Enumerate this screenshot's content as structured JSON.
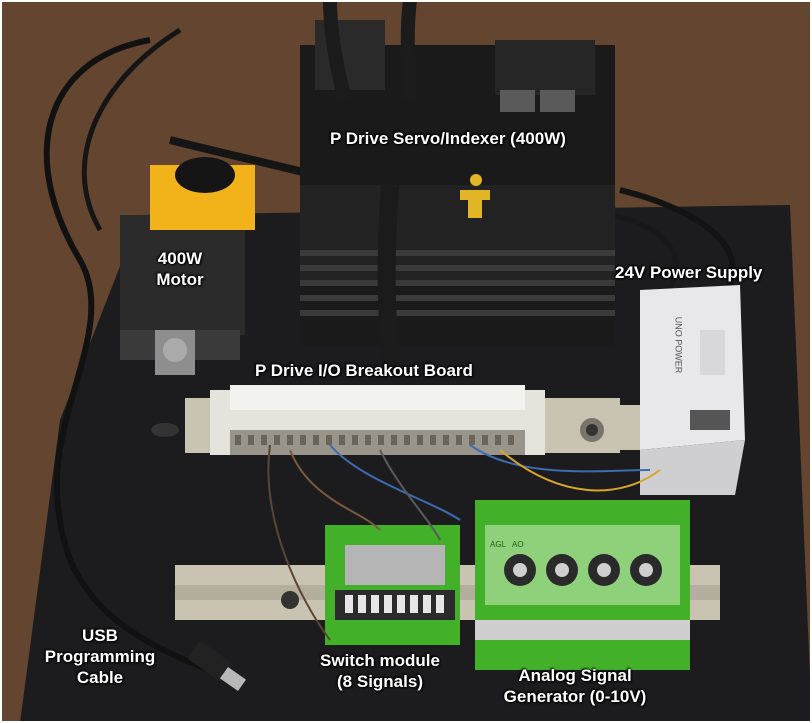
{
  "labels": {
    "drive": "P Drive Servo/Indexer (400W)",
    "motor_line1": "400W",
    "motor_line2": "Motor",
    "power": "24V Power Supply",
    "breakout": "P Drive I/O Breakout Board",
    "usb_line1": "USB",
    "usb_line2": "Programming",
    "usb_line3": "Cable",
    "switch_line1": "Switch module",
    "switch_line2": "(8 Signals)",
    "analog_line1": "Analog Signal",
    "analog_line2": "Generator (0-10V)"
  },
  "device_markings": {
    "power_brand": "UNO POWER",
    "analog_knob_label": "AO",
    "analog_knob_label_alt": "AGL"
  },
  "colors": {
    "table_wood": "#6b4a33",
    "baseplate": "#1c1c1e",
    "drive_body": "#1a1a1a",
    "drive_logo": "#e0b526",
    "motor_accent": "#f2b21a",
    "terminal_green": "#43b02a",
    "din_rail": "#c9c4b2",
    "power_supply": "#e8e8ea"
  }
}
